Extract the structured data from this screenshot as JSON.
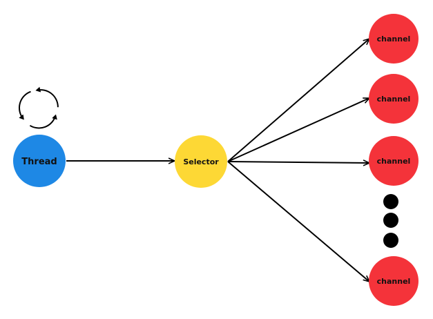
{
  "diagram": {
    "nodes": {
      "thread": {
        "label": "Thread",
        "color": "#1e88e5"
      },
      "selector": {
        "label": "Selector",
        "color": "#fdd835"
      },
      "channels": [
        {
          "label": "channel",
          "color": "#f4333a"
        },
        {
          "label": "channel",
          "color": "#f4333a"
        },
        {
          "label": "channel",
          "color": "#f4333a"
        },
        {
          "label": "channel",
          "color": "#f4333a"
        }
      ]
    },
    "icons": {
      "loop": "refresh-cycle-icon",
      "ellipsis": "vertical-ellipsis-dots"
    },
    "colors": {
      "edge": "#000000",
      "dots": "#000000"
    }
  }
}
